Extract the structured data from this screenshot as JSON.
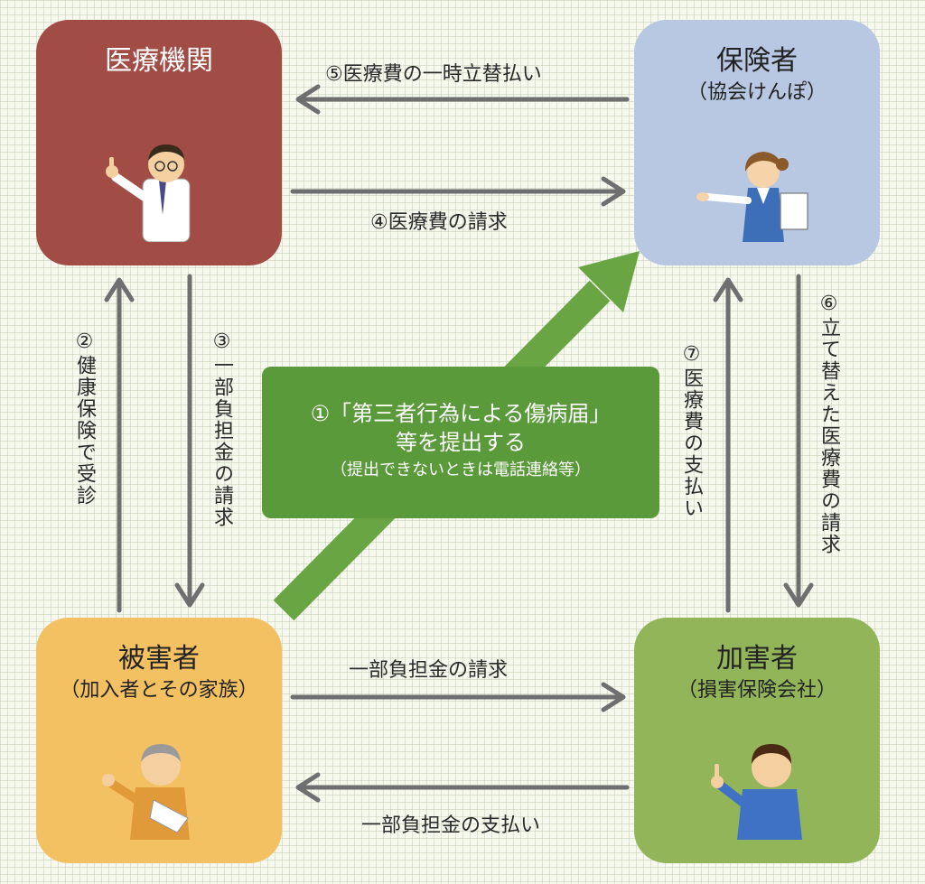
{
  "colors": {
    "medical": "#a24c46",
    "insurer": "#b8c7e2",
    "victim": "#f3c062",
    "offender": "#93b55a",
    "center": "#5a9a3a",
    "arrow": "#6f6f6f"
  },
  "nodes": {
    "medical": {
      "title": "医療機関",
      "subtitle": ""
    },
    "insurer": {
      "title": "保険者",
      "subtitle": "（協会けんぽ）"
    },
    "victim": {
      "title": "被害者",
      "subtitle": "（加入者とその家族）"
    },
    "offender": {
      "title": "加害者",
      "subtitle": "（損害保険会社）"
    }
  },
  "flows": {
    "f5": "⑤医療費の一時立替払い",
    "f4": "④医療費の請求",
    "f2": "②健康保険で受診",
    "f3": "③一部負担金の請求",
    "f7": "⑦医療費の支払い",
    "f6": "⑥立て替えた医療費の請求",
    "victim_to_offender": "一部負担金の請求",
    "offender_to_victim": "一部負担金の支払い"
  },
  "center": {
    "line1": "①「第三者行為による傷病届」",
    "line2": "等を提出する",
    "line3": "（提出できないときは電話連絡等）"
  },
  "icons": [
    "doctor-icon",
    "staff-woman-icon",
    "injured-man-icon",
    "young-man-icon"
  ]
}
